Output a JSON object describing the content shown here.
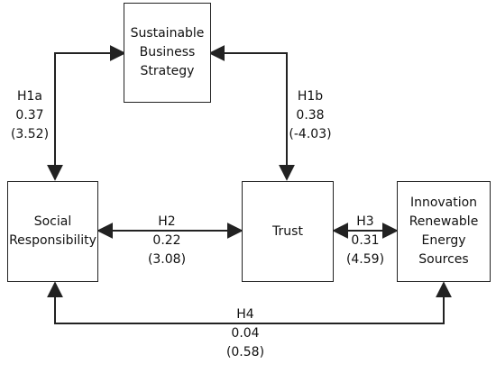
{
  "nodes": {
    "strategy": "Sustainable\nBusiness\nStrategy",
    "social": "Social\nResponsibility",
    "trust": "Trust",
    "innovation": "Innovation\nRenewable\nEnergy Sources"
  },
  "edges": {
    "h1a": {
      "name": "H1a",
      "coef": "0.37",
      "stat": "(3.52)"
    },
    "h1b": {
      "name": "H1b",
      "coef": "0.38",
      "stat": "(-4.03)"
    },
    "h2": {
      "name": "H2",
      "coef": "0.22",
      "stat": "(3.08)"
    },
    "h3": {
      "name": "H3",
      "coef": "0.31",
      "stat": "(4.59)"
    },
    "h4": {
      "name": "H4",
      "coef": "0.04",
      "stat": "(0.58)"
    }
  },
  "colors": {
    "stroke": "#222222",
    "text": "#111111"
  }
}
